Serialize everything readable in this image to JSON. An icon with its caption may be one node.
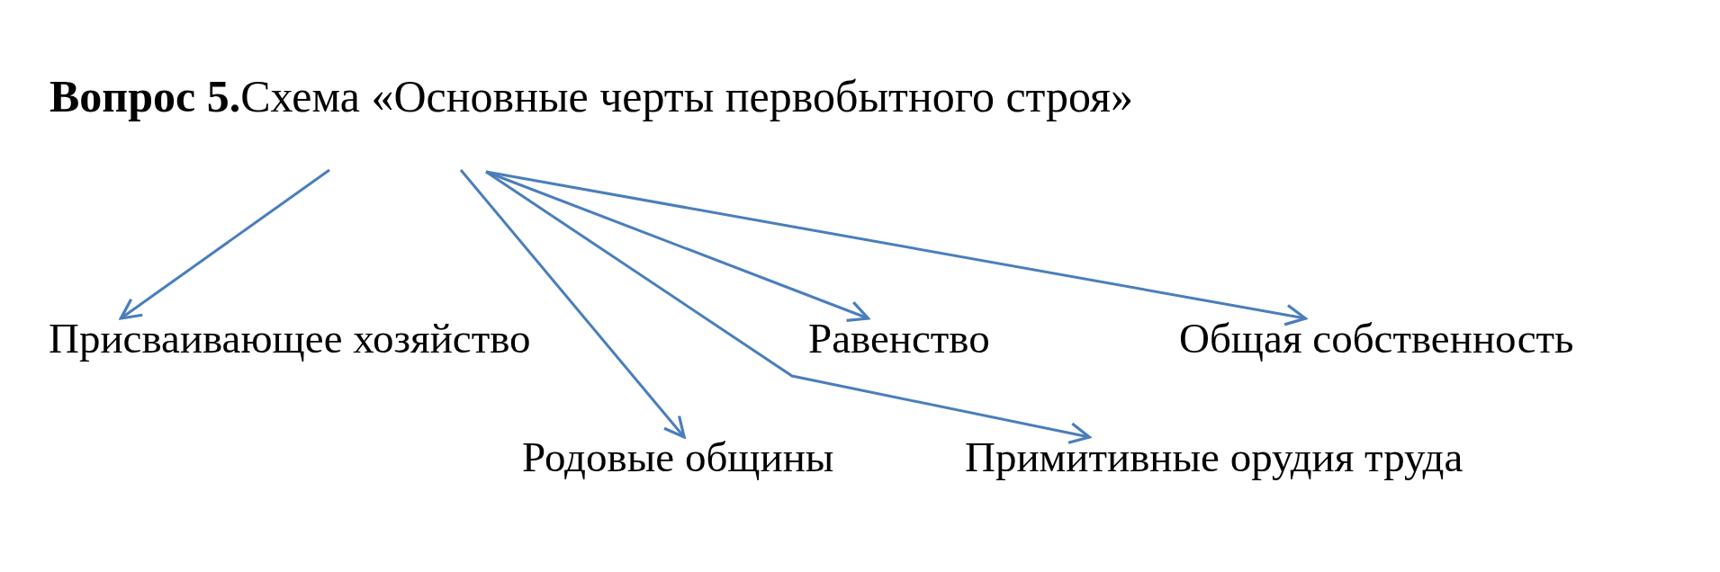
{
  "diagram": {
    "title": "**Вопрос 5.**Схема «Основные черты первобытного строя»",
    "nodes": [
      {
        "text": [
          "Присваивающее хозяйство"
        ]
      },
      {
        "text": [
          "Равенство"
        ]
      },
      {
        "text": [
          "Общая собственность"
        ]
      },
      {
        "text": [
          "Родовые общины"
        ]
      },
      {
        "text": [
          "Примитивные орудия труда"
        ]
      }
    ],
    "edges": [
      {
        "from": null,
        "to": 0,
        "arrow": "to"
      },
      {
        "from": null,
        "to": 3,
        "arrow": "to"
      },
      {
        "from": null,
        "to": 1,
        "arrow": "to"
      },
      {
        "from": null,
        "to": 4,
        "arrow": "to"
      },
      {
        "from": null,
        "to": 2,
        "arrow": "to"
      }
    ]
  }
}
